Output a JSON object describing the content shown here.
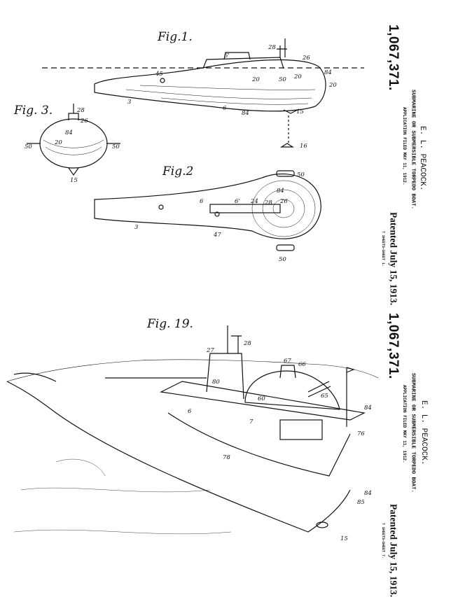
{
  "sheets": [
    {
      "patent_number": "1,067,371.",
      "inventor": "E. L. PEACOCK.",
      "title": "SUBMARINE OR SUBMERSIBLE TORPEDO BOAT.",
      "application": "APPLICATION FILED MAY 11, 1912.",
      "patented": "Patented July 15, 1913.",
      "sheet": "7 SHEETS—SHEET 1."
    },
    {
      "patent_number": "1,067,371.",
      "inventor": "E. L. PEACOCK.",
      "title": "SUBMARINE OR SUBMERSIBLE TORPEDO BOAT.",
      "application": "APPLICATION FILED MAY 11, 1912.",
      "patented": "Patented July 15, 1913.",
      "sheet": "7 SHEETS—SHEET 7."
    }
  ],
  "figures": {
    "fig1": {
      "label": "Fig.1.",
      "refs": [
        "28",
        "26",
        "6'",
        "45",
        "20",
        "50",
        "20",
        "84",
        "20",
        "3",
        "6",
        "84",
        "15",
        "16"
      ]
    },
    "fig3": {
      "label": "Fig. 3.",
      "refs": [
        "28",
        "26",
        "84",
        "20",
        "50",
        "50",
        "15"
      ]
    },
    "fig2": {
      "label": "Fig.2",
      "refs": [
        "50",
        "84",
        "6",
        "6'",
        "24",
        "28",
        "26",
        "3",
        "47",
        "50"
      ]
    },
    "fig19": {
      "label": "Fig. 19.",
      "refs": [
        "28",
        "27",
        "67",
        "66",
        "80",
        "60",
        "65",
        "6",
        "7",
        "76",
        "84",
        "78",
        "84",
        "85",
        "15"
      ]
    }
  }
}
